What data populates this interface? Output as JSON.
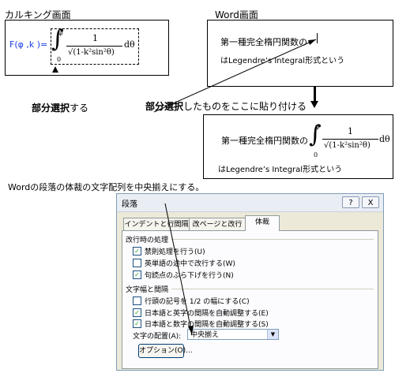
{
  "calc": {
    "caption": "カルキング画面",
    "formula_lhs": "F(φ ,k )=",
    "int_upper": "φ",
    "int_lower": "0",
    "numerator": "1",
    "denominator": "√(1-k²sin²θ)",
    "differential": "dθ"
  },
  "word": {
    "caption": "Word画面",
    "line1": "第一種完全楕円関数の",
    "line2": "はLegendre’s Integral形式という",
    "result_line1": "第一種完全楕円関数の",
    "result_line2": "はLegendre’s Integral形式という"
  },
  "annotations": {
    "select_bold": "部分選択",
    "select_rest": "する",
    "paste_bold": "部分選択",
    "paste_rest": "したものをここに貼り付ける",
    "instruction": "Wordの段落の体裁の文字配列を中央揃えにする。"
  },
  "dialog": {
    "title": "段落",
    "help_btn": "?",
    "close_btn": "X",
    "tabs": [
      {
        "label": "インデントと行間隔"
      },
      {
        "label": "改ページと改行"
      },
      {
        "label": "体裁"
      }
    ],
    "group1": "改行時の処理",
    "options1": [
      {
        "label": "禁則処理を行う(U)",
        "checked": true
      },
      {
        "label": "英単語の途中で改行する(W)",
        "checked": false
      },
      {
        "label": "句読点のぶら下げを行う(N)",
        "checked": true
      }
    ],
    "group2": "文字幅と間隔",
    "options2": [
      {
        "label": "行頭の記号を 1/2 の幅にする(C)",
        "checked": false
      },
      {
        "label": "日本語と英字の間隔を自動調整する(E)",
        "checked": true
      },
      {
        "label": "日本語と数字の間隔を自動調整する(S)",
        "checked": true
      }
    ],
    "align_label": "文字の配置(A):",
    "align_value": "中央揃え",
    "options_button": "オプション(O)..."
  }
}
